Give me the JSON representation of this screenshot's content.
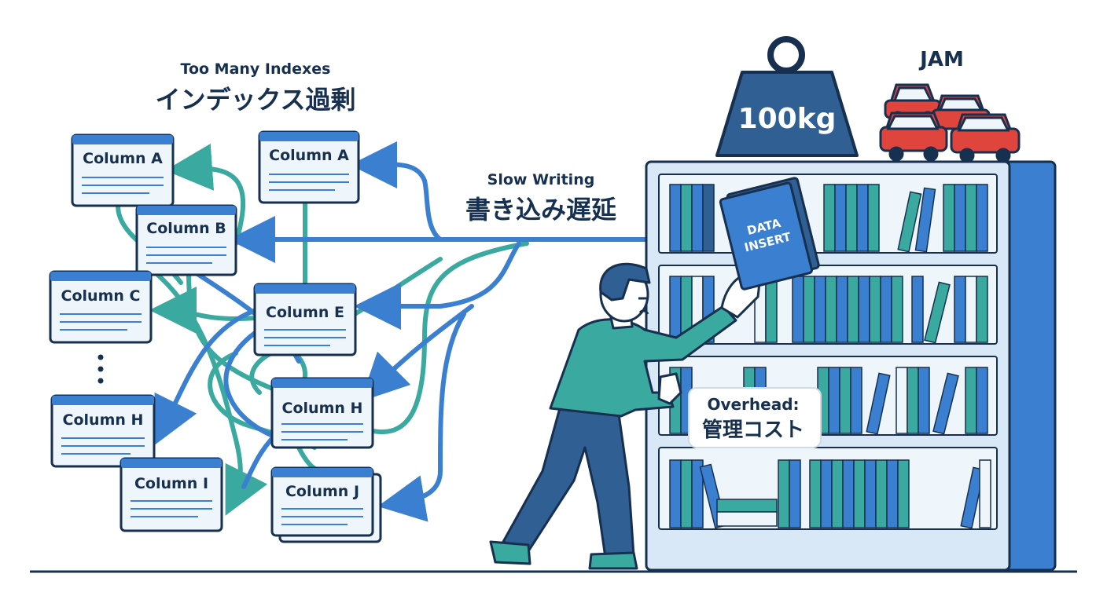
{
  "headings": {
    "too_many_indexes_en": "Too Many Indexes",
    "too_many_indexes_jp": "インデックス過剰",
    "slow_writing_en": "Slow Writing",
    "slow_writing_jp": "書き込み遅延",
    "jam": "JAM"
  },
  "weight": {
    "label": "100kg"
  },
  "book": {
    "line1": "DATA",
    "line2": "INSERT"
  },
  "overhead": {
    "line1": "Overhead:",
    "line2": "管理コスト"
  },
  "columns": {
    "left_a": "Column A",
    "center_a": "Column A",
    "b": "Column B",
    "c": "Column C",
    "e": "Column E",
    "h_left": "Column H",
    "h_center": "Column H",
    "i": "Column I",
    "j": "Column J"
  },
  "colors": {
    "navy": "#17304f",
    "teal": "#3aa99f",
    "blue": "#3b7fd0",
    "card_bg": "#eef5fb",
    "shelf": "#3b7fd0",
    "car_red": "#e0453d"
  }
}
